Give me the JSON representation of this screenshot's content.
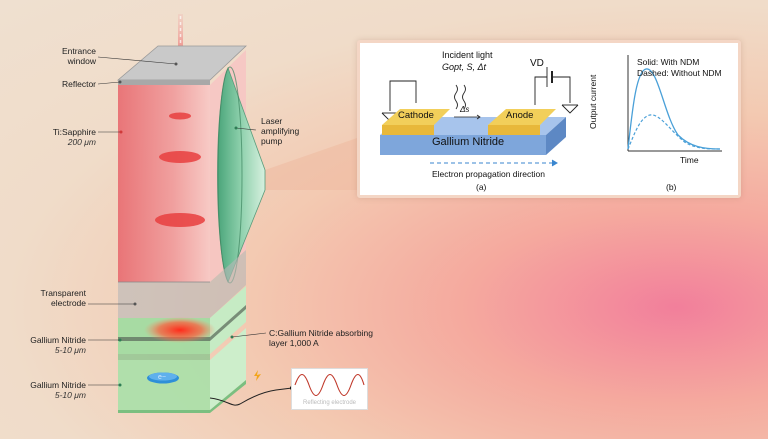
{
  "labels": {
    "entrance_window": "Entrance\nwindow",
    "reflector": "Reflector",
    "ti_sapphire": "Ti:Sapphire",
    "ti_sapphire_thickness": "200 μm",
    "laser_pump": "Laser\namplifying\npump",
    "transparent_electrode": "Transparent\nelectrode",
    "gan_1": "Gallium Nitride",
    "gan_1_thickness": "5-10 μm",
    "absorbing_layer": "C:Gallium Nitride absorbing\nlayer  1,000 A",
    "gan_2": "Gallium Nitride",
    "gan_2_thickness": "5-10 μm",
    "electron": "e−",
    "reflecting_electrode": "Reflecting electrode"
  },
  "inset_a": {
    "incident_light": "Incident light",
    "params": "Gopt, S, Δt",
    "vd": "VD",
    "cathode": "Cathode",
    "anode": "Anode",
    "gallium_nitride": "Gallium Nitride",
    "delta": "Δs",
    "propagation": "Electron propagation direction",
    "caption": "(a)"
  },
  "inset_b": {
    "ylabel": "Output current",
    "xlabel": "Time",
    "legend_solid": "Solid: With NDM",
    "legend_dashed": "Dashed: Without NDM",
    "caption": "(b)"
  },
  "colors": {
    "beam": "#e8393e",
    "pump": "#6fbf98",
    "gan": "#9fdca0",
    "electron": "#2e8fd8",
    "gold": "#f0c040",
    "substrate": "#7ea6db",
    "curve": "#4aa0d8"
  }
}
